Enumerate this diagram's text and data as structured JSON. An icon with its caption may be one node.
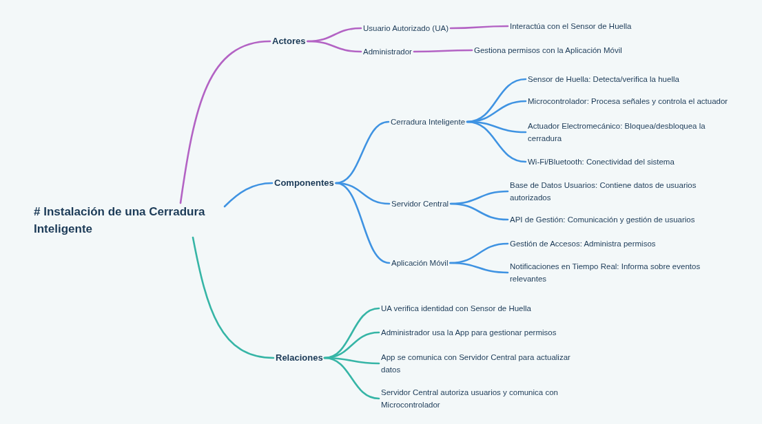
{
  "diagram": {
    "nodes": [
      {
        "text": [
          "# Instalación de una Cerradura Inteligente"
        ]
      },
      {
        "text": [
          "Actores"
        ]
      },
      {
        "text": [
          "Usuario Autorizado (UA)"
        ]
      },
      {
        "text": [
          "Interactúa con el Sensor de Huella"
        ]
      },
      {
        "text": [
          "Administrador"
        ]
      },
      {
        "text": [
          "Gestiona permisos con la Aplicación Móvil"
        ]
      },
      {
        "text": [
          "Componentes"
        ]
      },
      {
        "text": [
          "Cerradura Inteligente"
        ]
      },
      {
        "text": [
          "Sensor de Huella: Detecta/verifica la huella"
        ]
      },
      {
        "text": [
          "Microcontrolador: Procesa señales y controla el actuador"
        ]
      },
      {
        "text": [
          "Actuador Electromecánico: Bloquea/desbloquea la cerradura"
        ]
      },
      {
        "text": [
          "Wi-Fi/Bluetooth: Conectividad del sistema"
        ]
      },
      {
        "text": [
          "Servidor Central"
        ]
      },
      {
        "text": [
          "Base de Datos Usuarios: Contiene datos de usuarios autorizados"
        ]
      },
      {
        "text": [
          "API de Gestión: Comunicación y gestión de usuarios"
        ]
      },
      {
        "text": [
          "Aplicación Móvil"
        ]
      },
      {
        "text": [
          "Gestión de Accesos: Administra permisos"
        ]
      },
      {
        "text": [
          "Notificaciones en Tiempo Real: Informa sobre eventos relevantes"
        ]
      },
      {
        "text": [
          "Relaciones"
        ]
      },
      {
        "text": [
          "UA verifica identidad con Sensor de Huella"
        ]
      },
      {
        "text": [
          "Administrador usa la App para gestionar permisos"
        ]
      },
      {
        "text": [
          "App se comunica con Servidor Central para actualizar datos"
        ]
      },
      {
        "text": [
          "Servidor Central autoriza usuarios y comunica con Microcontrolador"
        ]
      }
    ],
    "edges": [
      {
        "from": 0,
        "to": 1,
        "arrow": "none",
        "color": "#b363c4"
      },
      {
        "from": 1,
        "to": 2,
        "arrow": "none",
        "color": "#b363c4"
      },
      {
        "from": 2,
        "to": 3,
        "arrow": "none",
        "color": "#b363c4"
      },
      {
        "from": 1,
        "to": 4,
        "arrow": "none",
        "color": "#b363c4"
      },
      {
        "from": 4,
        "to": 5,
        "arrow": "none",
        "color": "#b363c4"
      },
      {
        "from": 0,
        "to": 6,
        "arrow": "none"
      },
      {
        "from": 6,
        "to": 7,
        "arrow": "none"
      },
      {
        "from": 7,
        "to": 8,
        "arrow": "none"
      },
      {
        "from": 7,
        "to": 9,
        "arrow": "none"
      },
      {
        "from": 7,
        "to": 10,
        "arrow": "none"
      },
      {
        "from": 7,
        "to": 11,
        "arrow": "none"
      },
      {
        "from": 6,
        "to": 12,
        "arrow": "none"
      },
      {
        "from": 12,
        "to": 13,
        "arrow": "none"
      },
      {
        "from": 12,
        "to": 14,
        "arrow": "none"
      },
      {
        "from": 6,
        "to": 15,
        "arrow": "none"
      },
      {
        "from": 15,
        "to": 16,
        "arrow": "none"
      },
      {
        "from": 15,
        "to": 17,
        "arrow": "none"
      },
      {
        "from": 0,
        "to": 18,
        "arrow": "none",
        "color": "#36b5a6"
      },
      {
        "from": 18,
        "to": 19,
        "arrow": "none",
        "color": "#36b5a6"
      },
      {
        "from": 18,
        "to": 20,
        "arrow": "none",
        "color": "#36b5a6"
      },
      {
        "from": 18,
        "to": 21,
        "arrow": "none",
        "color": "#36b5a6"
      },
      {
        "from": 18,
        "to": 22,
        "arrow": "none",
        "color": "#36b5a6"
      }
    ]
  }
}
